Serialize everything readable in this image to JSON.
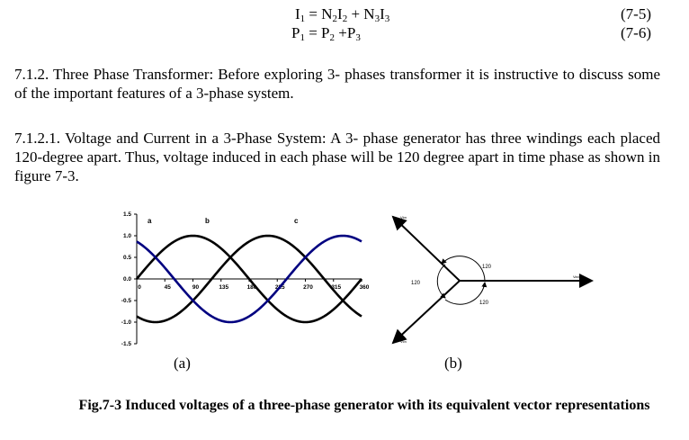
{
  "equations": [
    {
      "lhs": "I",
      "lhs_sub": "1",
      "t1": " = N",
      "s1": "2",
      "t2": "I",
      "s2": "2",
      "t3": " + N",
      "s3": "3",
      "t4": "I",
      "s4": "3",
      "number": "(7-5)"
    },
    {
      "lhs": "P",
      "lhs_sub": "1",
      "t1": " = P",
      "s1": "2",
      "t2": " +P",
      "s2": "3",
      "number": "(7-6)"
    }
  ],
  "paragraphs": {
    "p1": "7.1.2. Three Phase Transformer: Before exploring 3- phases transformer it is instructive to discuss some of the important features of a 3-phase system.",
    "p2": "7.1.2.1. Voltage and Current in a 3-Phase System: A 3- phase generator has three windings each placed 120-degree apart.  Thus, voltage induced in each phase will be 120 degree apart in time phase as shown in figure 7-3."
  },
  "figure": {
    "sub_a": "(a)",
    "sub_b": "(b)",
    "caption": "Fig.7-3 Induced voltages of a three-phase generator with its equivalent vector representations",
    "wave_labels": {
      "a": "a",
      "b": "b",
      "c": "c"
    },
    "vector_labels": {
      "vbn": "Vbn",
      "van": "Van",
      "vcn": "Vcn",
      "angle1": "120",
      "angle2": "120",
      "angle3": "120"
    }
  },
  "chart_data": {
    "type": "line",
    "x_ticks": [
      0,
      45,
      90,
      135,
      180,
      225,
      270,
      315,
      360
    ],
    "x_tick_labels": [
      "0",
      "45",
      "90",
      "135",
      "180",
      "225",
      "270",
      "315",
      "360"
    ],
    "y_ticks": [
      1.5,
      1.0,
      0.5,
      0.0,
      -0.5,
      -1.0,
      -1.5
    ],
    "y_tick_labels": [
      "1.5",
      "1.0",
      "0.5",
      "0.0",
      "-0.5",
      "-1.0",
      "-1.5"
    ],
    "xlim": [
      0,
      360
    ],
    "ylim": [
      -1.5,
      1.5
    ],
    "series": [
      {
        "name": "a",
        "phase_deg": 0,
        "amplitude": 1.0,
        "color": "#000000"
      },
      {
        "name": "b",
        "phase_deg": -120,
        "amplitude": 1.0,
        "color": "#000000"
      },
      {
        "name": "c",
        "phase_deg": 120,
        "amplitude": 1.0,
        "color": "#000080"
      }
    ]
  }
}
